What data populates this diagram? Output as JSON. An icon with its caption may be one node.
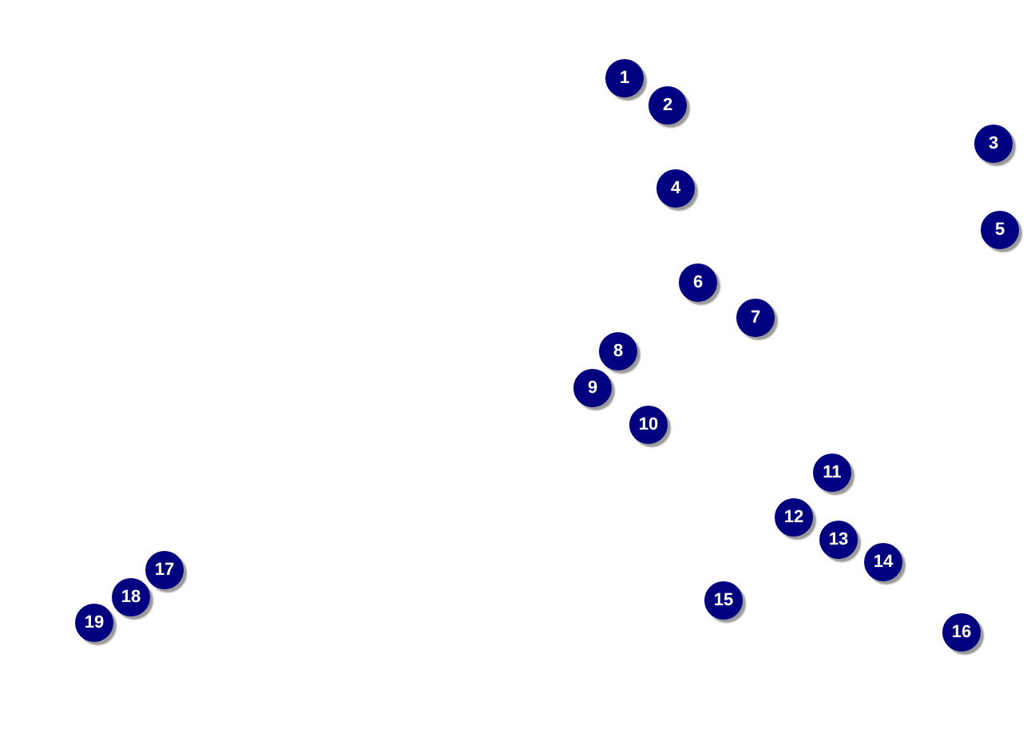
{
  "diagram": {
    "nodes": [
      {
        "text": [
          "1"
        ]
      },
      {
        "text": [
          "2"
        ]
      },
      {
        "text": [
          "3"
        ]
      },
      {
        "text": [
          "4"
        ]
      },
      {
        "text": [
          "5"
        ]
      },
      {
        "text": [
          "6"
        ]
      },
      {
        "text": [
          "7"
        ]
      },
      {
        "text": [
          "8"
        ]
      },
      {
        "text": [
          "9"
        ]
      },
      {
        "text": [
          "10"
        ]
      },
      {
        "text": [
          "11"
        ]
      },
      {
        "text": [
          "12"
        ]
      },
      {
        "text": [
          "13"
        ]
      },
      {
        "text": [
          "14"
        ]
      },
      {
        "text": [
          "15"
        ]
      },
      {
        "text": [
          "16"
        ]
      },
      {
        "text": [
          "17"
        ]
      },
      {
        "text": [
          "18"
        ]
      },
      {
        "text": [
          "19"
        ]
      }
    ],
    "edges": []
  }
}
